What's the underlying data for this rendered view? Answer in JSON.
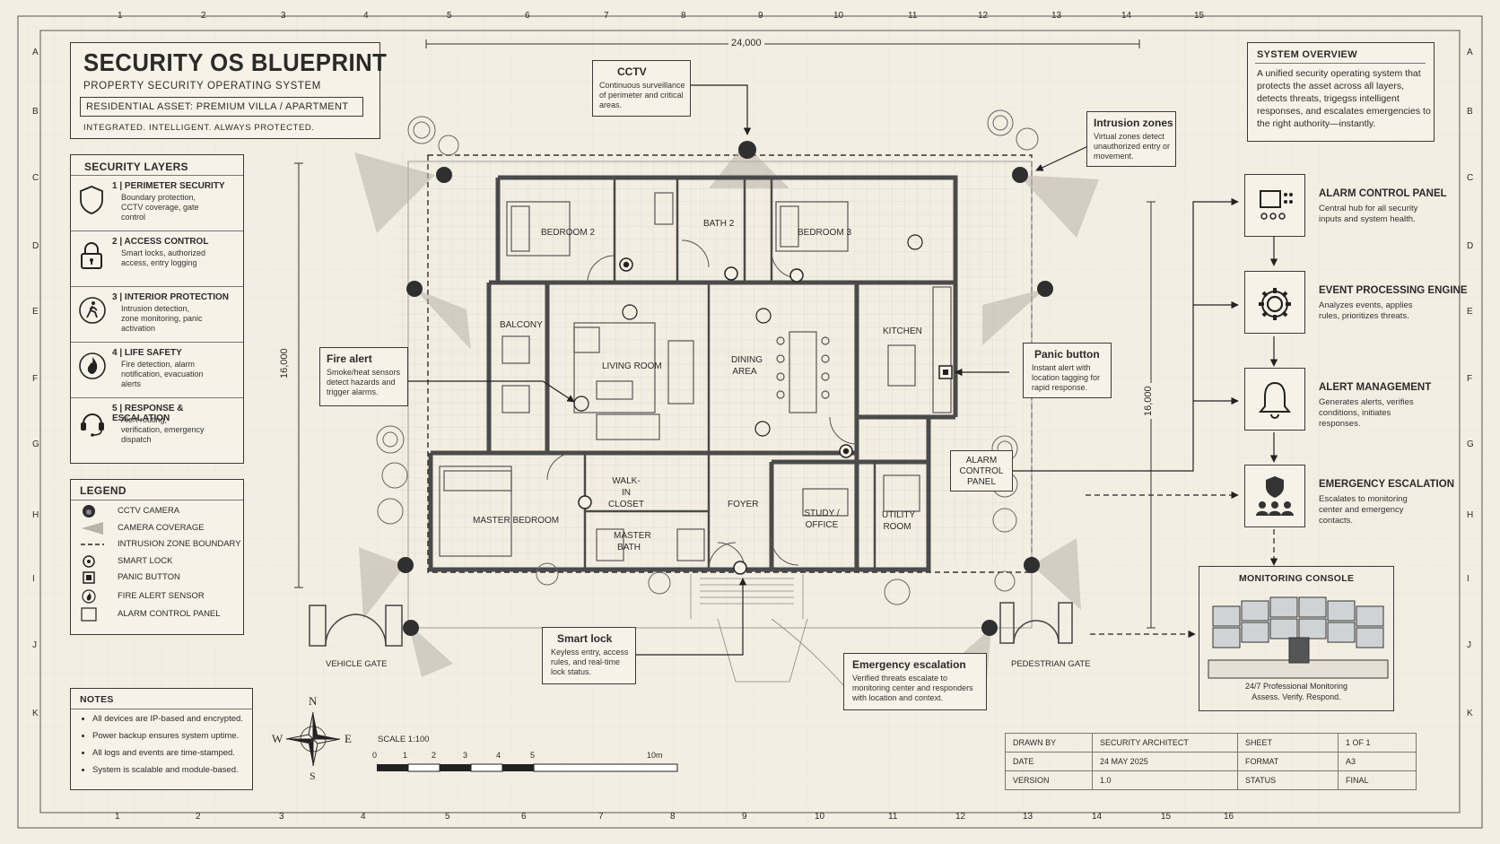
{
  "title": {
    "main": "SECURITY OS BLUEPRINT",
    "subtitle": "PROPERTY SECURITY OPERATING SYSTEM",
    "asset": "RESIDENTIAL ASSET: PREMIUM VILLA / APARTMENT",
    "tagline": "INTEGRATED. INTELLIGENT. ALWAYS PROTECTED."
  },
  "grid": {
    "columns": [
      "1",
      "2",
      "3",
      "4",
      "5",
      "6",
      "7",
      "8",
      "9",
      "10",
      "11",
      "12",
      "13",
      "14",
      "15"
    ],
    "columns_bottom": [
      "1",
      "2",
      "3",
      "4",
      "5",
      "6",
      "7",
      "8",
      "9",
      "10",
      "11",
      "12",
      "13",
      "14",
      "15",
      "16"
    ],
    "rows": [
      "A",
      "B",
      "C",
      "D",
      "E",
      "F",
      "G",
      "H",
      "I",
      "J",
      "K"
    ]
  },
  "security_layers": {
    "heading": "SECURITY LAYERS",
    "items": [
      {
        "title": "1 | PERIMETER SECURITY",
        "desc": "Boundary protection, CCTV coverage, gate control",
        "icon": "shield-icon"
      },
      {
        "title": "2 | ACCESS CONTROL",
        "desc": "Smart locks, authorized access, entry logging",
        "icon": "padlock-icon"
      },
      {
        "title": "3 | INTERIOR PROTECTION",
        "desc": "Intrusion detection, zone monitoring, panic activation",
        "icon": "walking-person-icon"
      },
      {
        "title": "4 | LIFE SAFETY",
        "desc": "Fire detection, alarm notification, evacuation alerts",
        "icon": "flame-icon"
      },
      {
        "title": "5 | RESPONSE & ESCALATION",
        "desc": "Alert routing, verification, emergency dispatch",
        "icon": "headset-icon"
      }
    ]
  },
  "legend": {
    "heading": "LEGEND",
    "items": [
      {
        "label": "CCTV CAMERA",
        "icon": "cctv-camera-icon"
      },
      {
        "label": "CAMERA COVERAGE",
        "icon": "camera-coverage-icon"
      },
      {
        "label": "INTRUSION ZONE BOUNDARY",
        "icon": "dashed-line-icon"
      },
      {
        "label": "SMART LOCK",
        "icon": "smart-lock-icon"
      },
      {
        "label": "PANIC BUTTON",
        "icon": "panic-button-icon"
      },
      {
        "label": "FIRE ALERT SENSOR",
        "icon": "fire-sensor-icon"
      },
      {
        "label": "ALARM CONTROL PANEL",
        "icon": "alarm-panel-icon"
      }
    ]
  },
  "notes": {
    "heading": "NOTES",
    "items": [
      "All devices are IP-based and encrypted.",
      "Power backup ensures system uptime.",
      "All logs and events are time-stamped.",
      "System is scalable and module-based."
    ]
  },
  "compass": {
    "n": "N",
    "s": "S",
    "e": "E",
    "w": "W"
  },
  "scale": {
    "label": "SCALE 1:100",
    "ticks": [
      "0",
      "1",
      "2",
      "3",
      "4",
      "5",
      "10m"
    ]
  },
  "dimensions": {
    "width": "24,000",
    "height_left": "16,000",
    "height_right": "16,000"
  },
  "rooms": {
    "bedroom2": "BEDROOM 2",
    "bath2": "BATH 2",
    "bedroom3": "BEDROOM 3",
    "balcony": "BALCONY",
    "living": "LIVING ROOM",
    "dining": "DINING AREA",
    "kitchen": "KITCHEN",
    "walkin": "WALK-IN CLOSET",
    "master_bedroom": "MASTER BEDROOM",
    "master_bath": "MASTER BATH",
    "foyer": "FOYER",
    "study": "STUDY / OFFICE",
    "utility": "UTILITY ROOM",
    "vehicle_gate": "VEHICLE GATE",
    "pedestrian_gate": "PEDESTRIAN GATE"
  },
  "callouts": {
    "cctv": {
      "title": "CCTV",
      "desc": "Continuous surveillance of perimeter and critical areas."
    },
    "intrusion": {
      "title": "Intrusion zones",
      "desc": "Virtual zones detect unauthorized entry or movement."
    },
    "fire": {
      "title": "Fire alert",
      "desc": "Smoke/heat sensors detect hazards and trigger alarms."
    },
    "panic": {
      "title": "Panic button",
      "desc": "Instant alert with location tagging for rapid response."
    },
    "alarm_panel": {
      "title": "ALARM CONTROL PANEL"
    },
    "smart_lock": {
      "title": "Smart lock",
      "desc": "Keyless entry, access rules, and real-time lock status."
    },
    "emergency": {
      "title": "Emergency escalation",
      "desc": "Verified threats escalate to monitoring center and responders with location and context."
    }
  },
  "system_overview": {
    "heading": "SYSTEM OVERVIEW",
    "text": "A unified security operating system that protects the asset across all layers, detects threats, trigegss intelligent responses, and escalates emergencies to the right authority—instantly."
  },
  "flow": [
    {
      "title": "ALARM CONTROL PANEL",
      "desc": "Central hub for all security inputs and system health.",
      "icon": "control-panel-icon"
    },
    {
      "title": "EVENT PROCESSING ENGINE",
      "desc": "Analyzes events, applies rules, prioritizes threats.",
      "icon": "gear-icon"
    },
    {
      "title": "ALERT MANAGEMENT",
      "desc": "Generates alerts, verifies conditions, initiates responses.",
      "icon": "bell-icon"
    },
    {
      "title": "EMERGENCY ESCALATION",
      "desc": "Escalates to monitoring center and emergency contacts.",
      "icon": "shield-people-icon"
    }
  ],
  "monitoring": {
    "heading": "MONITORING CONSOLE",
    "line1": "24/7 Professional Monitoring",
    "line2": "Assess. Verify. Respond."
  },
  "title_block": {
    "rows": [
      [
        "DRAWN BY",
        "SECURITY ARCHITECT",
        "SHEET",
        "1 OF 1"
      ],
      [
        "DATE",
        "24 MAY 2025",
        "FORMAT",
        "A3"
      ],
      [
        "VERSION",
        "1.0",
        "STATUS",
        "FINAL"
      ]
    ]
  },
  "colors": {
    "paper": "#f3eee2",
    "ink": "#2b2b2b",
    "wall": "#4a4a4a"
  }
}
